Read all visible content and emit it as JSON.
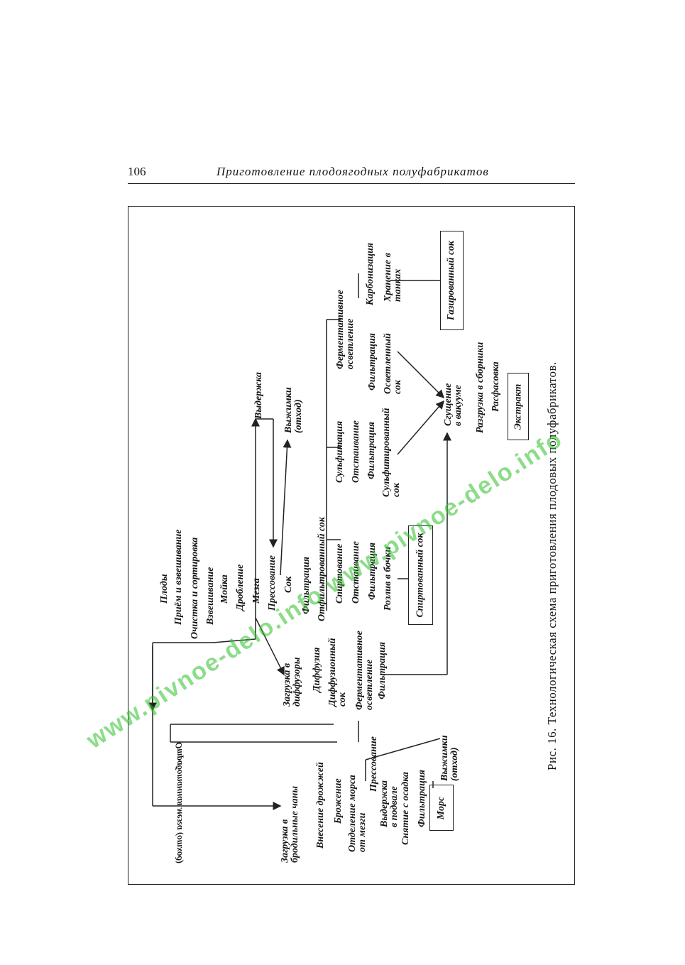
{
  "header": {
    "page_number": "106",
    "title": "Приготовление плодоягодных полуфабрикатов"
  },
  "caption": "Рис. 16. Технологическая схема приготовления плодовых полуфабрикатов.",
  "watermark": "www.pivnoe-delo.info www.pivnoe-delo.info",
  "diagram": {
    "top_chain": [
      "Плоды",
      "Приём и взвешивание",
      "Очистка и сортировка",
      "Взвешивание",
      "Мойка",
      "Дробление",
      "Мезга"
    ],
    "press_chain": [
      "Прессование",
      "Сок",
      "Фильтрация",
      "Отфильтрованный сок"
    ],
    "side": {
      "aging": "Выдержка",
      "pomace_top": "Выжимки\n(отход)"
    },
    "diffusion": [
      "Загрузка в\nдиффузоры",
      "Диффузия",
      "Диффузионный\nсок",
      "Ферментативное\nосветление",
      "Фильтрация"
    ],
    "spirit_chain": [
      "Спиртование",
      "Отстаивание",
      "Фильтрация",
      "Розлив в бочки"
    ],
    "spirit_box": "Спиртованный сок",
    "sulfite_chain": [
      "Сульфитация",
      "Отстаивание",
      "Фильтрация",
      "Сульфитированный\nсок"
    ],
    "ferment_chain": [
      "Ферментативное\nосветление",
      "Фильтрация",
      "Осветленный\nсок"
    ],
    "carb_chain": [
      "Карбонизация",
      "Хранение в\nтанках"
    ],
    "gas_box": "Газированный сок",
    "concentrate_chain": [
      "Сгущение\nв вакууме",
      "Разгрузка в сборники",
      "Расфасовка"
    ],
    "extract_box": "Экстракт",
    "pressing_label": "Прессование",
    "spent_mash": "Отработанная мезга (отход)",
    "bottom_pomace": "Выжимки\n(отход)",
    "wine_chain": [
      "Загрузка в\nбродильные чаны",
      "Внесение дрожжей",
      "Брожение",
      "Отделение морса\nот мезги",
      "Выдержка\nв подвале",
      "Снятие с осадка",
      "Фильтрация"
    ],
    "wine_box": "Морс"
  }
}
